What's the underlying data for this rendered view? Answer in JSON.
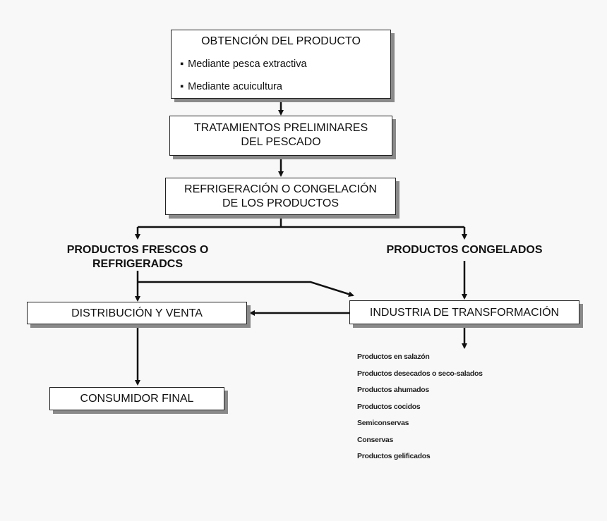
{
  "boxes": {
    "obtencion": {
      "title": "OBTENCIÓN DEL PRODUCTO",
      "bullets": [
        "Mediante pesca extractiva",
        "Mediante acuicultura"
      ]
    },
    "tratamientos": {
      "line1": "TRATAMIENTOS PRELIMINARES",
      "line2": "DEL PESCADO"
    },
    "refrigeracion": {
      "line1": "REFRIGERACIÓN O CONGELACIÓN",
      "line2": "DE LOS PRODUCTOS"
    },
    "distribucion": "DISTRIBUCIÓN Y VENTA",
    "industria": "INDUSTRIA DE TRANSFORMACIÓN",
    "consumidor": "CONSUMIDOR FINAL"
  },
  "labels": {
    "frescos_line1": "PRODUCTOS FRESCOS O",
    "frescos_line2": "REFRIGERADCS",
    "congelados": "PRODUCTOS CONGELADOS"
  },
  "products": [
    "Productos en salazón",
    "Productos desecados o seco-salados",
    "Productos ahumados",
    "Productos cocidos",
    "Semiconservas",
    "Conservas",
    "Productos gelificados"
  ]
}
